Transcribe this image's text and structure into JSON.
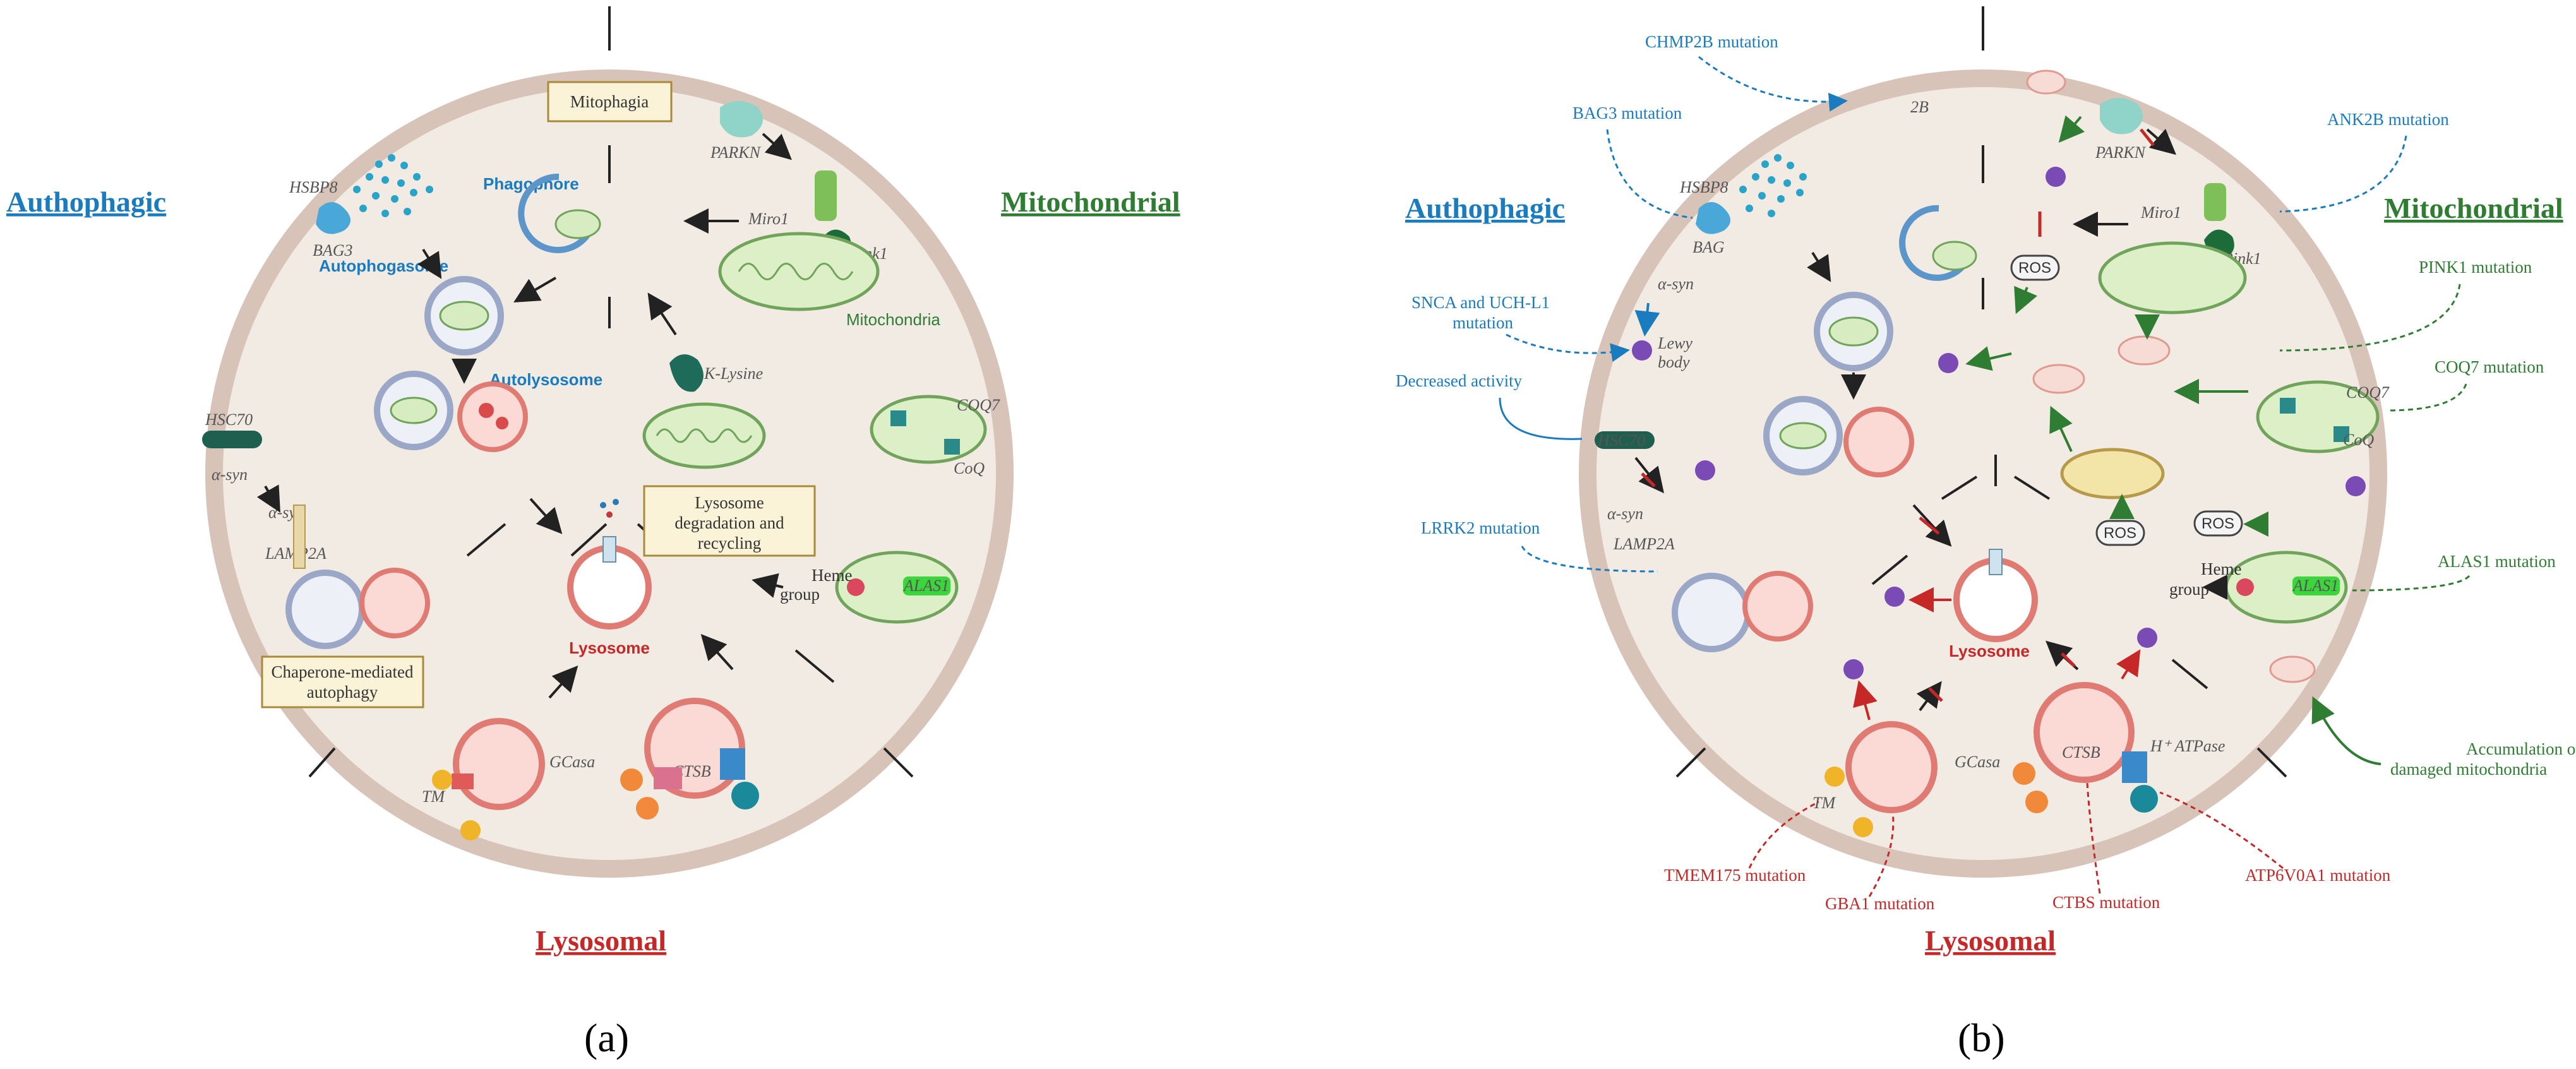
{
  "panel_a": {
    "label": "(a)",
    "headings": {
      "autophagic": "Authophagic",
      "mitochondrial": "Mitochondrial",
      "lysosomal": "Lysosomal"
    },
    "boxes": {
      "mitophagia": "Mitophagia",
      "lysosome_degradation_1": "Lysosome",
      "lysosome_degradation_2": "degradation and",
      "lysosome_degradation_3": "recycling",
      "chaperone_1": "Chaperone-mediated",
      "chaperone_2": "autophagy"
    },
    "labels": {
      "phagophore": "Phagophore",
      "autophagosome": "Autophogasome",
      "autolysosome": "Autolysosome",
      "lysosome": "Lysosome",
      "mitochondria": "Mitochondria",
      "hsbp8": "HSBP8",
      "bag3": "BAG3",
      "parkn": "PARKN",
      "miro1": "Miro1",
      "pink1": "Pink1",
      "k_lysine": "K-Lysine",
      "coq7": "COQ7",
      "coq": "CoQ",
      "heme_1": "Heme",
      "heme_2": "group",
      "alas1": "ALAS1",
      "hsc70": "HSC70",
      "asyn_1": "α-syn",
      "asyn_2": "α-syn",
      "lamp2a": "LAMP2A",
      "gcasa": "GCasa",
      "tm": "TM",
      "ctsb": "CTSB"
    }
  },
  "panel_b": {
    "label": "(b)",
    "headings": {
      "autophagic": "Authophagic",
      "mitochondrial": "Mitochondrial",
      "lysosomal": "Lysosomal"
    },
    "labels": {
      "hsbp8": "HSBP8",
      "bag": "BAG",
      "parkn": "PARKN",
      "miro1": "Miro1",
      "pink1": "Pink1",
      "coq7": "COQ7",
      "coq": "CoQ",
      "heme_1": "Heme",
      "heme_2": "group",
      "alas1": "ALAS1",
      "hsc70": "HSC70",
      "asyn_1": "α-syn",
      "asyn_2": "α-syn",
      "lamp2a": "LAMP2A",
      "lewy_1": "Lewy",
      "lewy_2": "body",
      "lysosome": "Lysosome",
      "gcasa": "GCasa",
      "tm": "TM",
      "ctsb": "CTSB",
      "h_atpase": "H⁺ ATPase",
      "two_b": "2B",
      "ros_1": "ROS",
      "ros_2": "ROS",
      "ros_3": "ROS"
    },
    "mutations": {
      "chmp2b": "CHMP2B mutation",
      "bag3": "BAG3 mutation",
      "anka2b": "ANK2B mutation",
      "pink1": "PINK1 mutation",
      "coq7": "COQ7 mutation",
      "snca_1": "SNCA and UCH-L1",
      "snca_2": "mutation",
      "decreased": "Decreased activity",
      "lrrk2": "LRRK2 mutation",
      "alas1": "ALAS1 mutation",
      "accum_1": "Accumulation of",
      "accum_2": "damaged mitochondria",
      "tmem175": "TMEM175 mutation",
      "gba1": "GBA1 mutation",
      "ctbs": "CTBS mutation",
      "atp6v0a1": "ATP6V0A1 mutation"
    }
  }
}
